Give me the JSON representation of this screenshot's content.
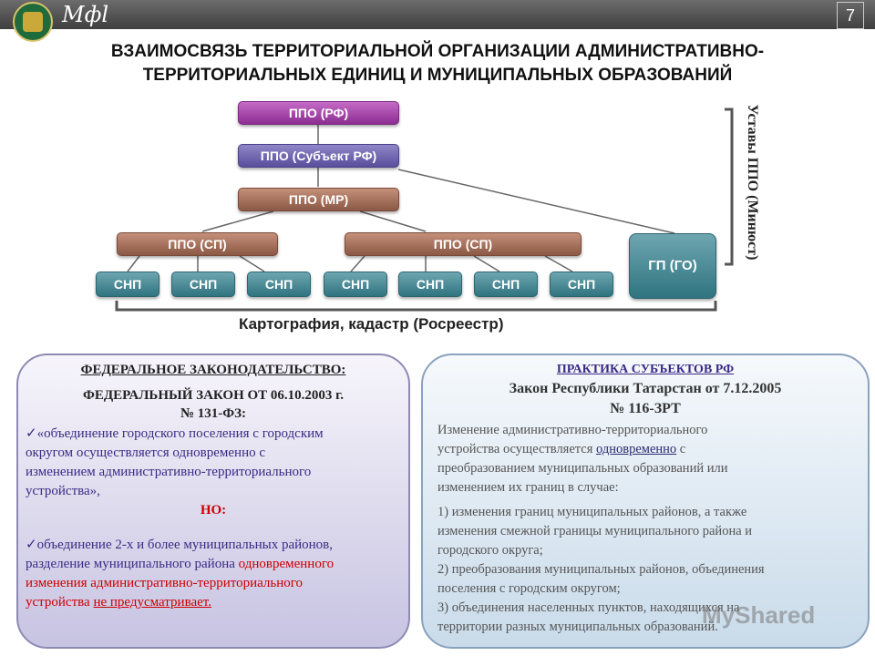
{
  "header": {
    "brand": "Мфl",
    "page_number": "7"
  },
  "title": {
    "line1": "ВЗАИМОСВЯЗЬ ТЕРРИТОРИАЛЬНОЙ ОРГАНИЗАЦИИ АДМИНИСТРАТИВНО-",
    "line2": "ТЕРРИТОРИАЛЬНЫХ ЕДИНИЦ И МУНИЦИПАЛЬНЫХ ОБРАЗОВАНИЙ"
  },
  "diagram": {
    "ppo_rf": "ППО (РФ)",
    "ppo_subject": "ППО (Субъект РФ)",
    "ppo_mr": "ППО (МР)",
    "ppo_sp_left": "ППО (СП)",
    "ppo_sp_right": "ППО (СП)",
    "snp": [
      "СНП",
      "СНП",
      "СНП",
      "СНП",
      "СНП",
      "СНП",
      "СНП"
    ],
    "gp_go": "ГП (ГО)",
    "side_label": "Уставы ППО (Минюст)",
    "bottom_label": "Картография, кадастр (Росреестр)"
  },
  "left_panel": {
    "heading": "ФЕДЕРАЛЬНОЕ ЗАКОНОДАТЕЛЬСТВО:",
    "law_line1": "ФЕДЕРАЛЬНЫЙ ЗАКОН ОТ 06.10.2003 г.",
    "law_line2": "№ 131-ФЗ:",
    "check": "✓",
    "quote_l1": "«объединение городского поселения с городским",
    "quote_l2": "округом осуществляется одновременно с",
    "quote_l3": "изменением административно-территориального",
    "quote_l4": "устройства»,",
    "no": "НО:",
    "p2_l1": "объединение 2-х и более муниципальных районов,",
    "p2_l2a": "разделение муниципального района ",
    "p2_l2b": "одновременного",
    "p2_l3": "изменения административно-территориального",
    "p2_l4a": "устройства ",
    "p2_l4b": "не предусматривает."
  },
  "right_panel": {
    "heading": "ПРАКТИКА СУБЪЕКТОВ РФ",
    "law_line1": "Закон Республики Татарстан от 7.12.2005",
    "law_line2": "№ 116-ЗРТ",
    "intro_l1": "Изменение административно-территориального",
    "intro_l2a": "устройства осуществляется ",
    "intro_l2b": "одновременно",
    "intro_l2c": " с",
    "intro_l3": "преобразованием муниципальных образований или",
    "intro_l4": "изменением их границ в случае:",
    "item1_l1": "1) изменения границ муниципальных районов, а также",
    "item1_l2": "изменения смежной границы муниципального района и",
    "item1_l3": "городского округа;",
    "item2_l1": "2) преобразования муниципальных районов, объединения",
    "item2_l2": "поселения с городским округом;",
    "item3_l1": "3) объединения населенных пунктов, находящихся на",
    "item3_l2": "территории разных муниципальных образований."
  },
  "watermark": "MyShared"
}
